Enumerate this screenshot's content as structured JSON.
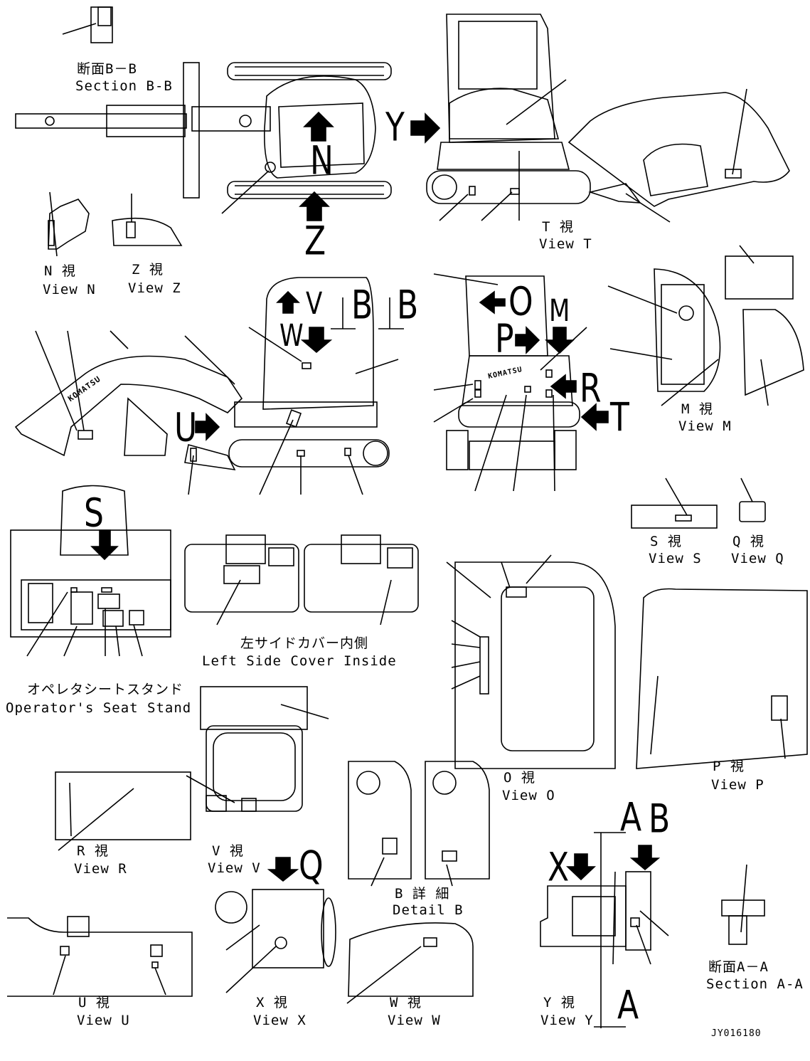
{
  "captions": {
    "section_bb_jp": "断面B－B",
    "section_bb_en": "Section B-B",
    "view_t_jp": "T 視",
    "view_t_en": "View T",
    "view_n_jp": "N 視",
    "view_n_en": "View N",
    "view_z_jp": "Z 視",
    "view_z_en": "View Z",
    "view_m_jp": "M 視",
    "view_m_en": "View M",
    "view_s_jp": "S 視",
    "view_s_en": "View S",
    "view_q_jp": "Q 視",
    "view_q_en": "View Q",
    "left_cover_jp": "左サイドカバー内側",
    "left_cover_en": "Left Side Cover Inside",
    "seat_stand_jp": "オペレタシートスタンド",
    "seat_stand_en": "Operator's Seat Stand",
    "view_o_jp": "O 視",
    "view_o_en": "View O",
    "view_p_jp": "P 視",
    "view_p_en": "View P",
    "view_r_jp": "R 視",
    "view_r_en": "View R",
    "view_v_jp": "V 視",
    "view_v_en": "View V",
    "detail_b_jp": "B 詳 細",
    "detail_b_en": "Detail B",
    "view_u_jp": "U 視",
    "view_u_en": "View U",
    "view_x_jp": "X 視",
    "view_x_en": "View X",
    "view_w_jp": "W 視",
    "view_w_en": "View W",
    "view_y_jp": "Y 視",
    "view_y_en": "View Y",
    "section_aa_jp": "断面A－A",
    "section_aa_en": "Section A-A"
  },
  "markers": {
    "y": "Y",
    "n": "N",
    "z": "Z",
    "v": "V",
    "w": "W",
    "b1": "B",
    "b2": "B",
    "o": "O",
    "m": "M",
    "p": "P",
    "r": "R",
    "t": "T",
    "u": "U",
    "s": "S",
    "q": "Q",
    "x": "X",
    "a_top": "A",
    "b_top": "B",
    "a_bottom": "A"
  },
  "brand": "KOMATSU",
  "drawing_code": "JY016180"
}
